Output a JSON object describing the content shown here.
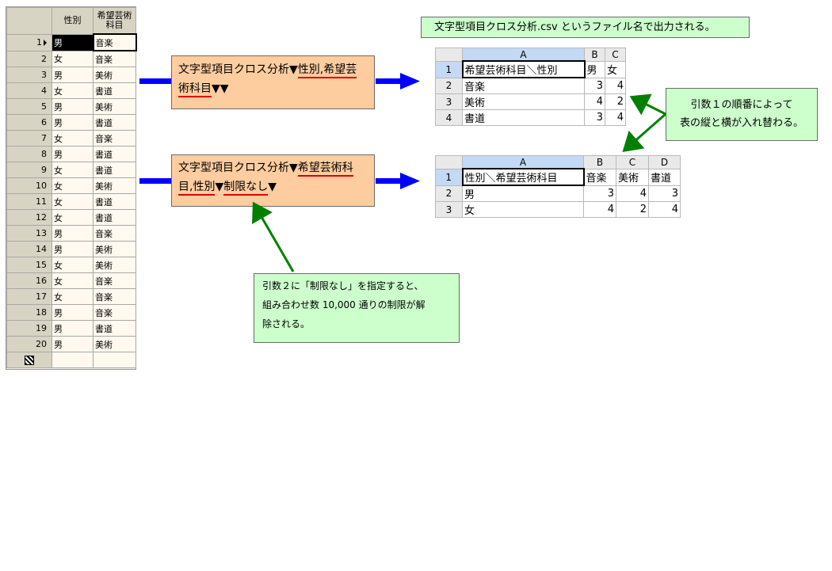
{
  "grid": {
    "headers": [
      "性別",
      "希望芸術\n科目"
    ],
    "header_col1": "性別",
    "header_col2_line1": "希望芸術",
    "header_col2_line2": "科目",
    "rows": [
      [
        "1",
        "男",
        "音楽"
      ],
      [
        "2",
        "女",
        "音楽"
      ],
      [
        "3",
        "男",
        "美術"
      ],
      [
        "4",
        "女",
        "書道"
      ],
      [
        "5",
        "男",
        "美術"
      ],
      [
        "6",
        "男",
        "書道"
      ],
      [
        "7",
        "女",
        "音楽"
      ],
      [
        "8",
        "男",
        "書道"
      ],
      [
        "9",
        "女",
        "書道"
      ],
      [
        "10",
        "女",
        "美術"
      ],
      [
        "11",
        "女",
        "書道"
      ],
      [
        "12",
        "女",
        "書道"
      ],
      [
        "13",
        "男",
        "音楽"
      ],
      [
        "14",
        "男",
        "美術"
      ],
      [
        "15",
        "女",
        "美術"
      ],
      [
        "16",
        "女",
        "音楽"
      ],
      [
        "17",
        "女",
        "音楽"
      ],
      [
        "18",
        "男",
        "音楽"
      ],
      [
        "19",
        "男",
        "書道"
      ],
      [
        "20",
        "男",
        "美術"
      ]
    ]
  },
  "cmd1": {
    "prefix": "文字型項目クロス分析▼",
    "arg1a": "性別,希望芸",
    "arg1b": "術科目",
    "suffix": "▼▼"
  },
  "cmd2": {
    "prefix": "文字型項目クロス分析▼",
    "arg1a": "希望芸術科",
    "arg1b": "目,性別",
    "sep": "▼",
    "arg2": "制限なし",
    "suffix": "▼"
  },
  "notes": {
    "file": "文字型項目クロス分析.csv というファイル名で出力される。",
    "swap_line1": "引数１の順番によって",
    "swap_line2": "表の縦と横が入れ替わる。",
    "limit_line1": "引数２に「制限なし」を指定すると、",
    "limit_line2": "組み合わせ数 10,000 通りの制限が解",
    "limit_line3": "除される。"
  },
  "csv1": {
    "col_headers": [
      "A",
      "B",
      "C"
    ],
    "rows": [
      {
        "rownum": "1",
        "cells": [
          "希望芸術科目＼性別",
          "男",
          "女"
        ]
      },
      {
        "rownum": "2",
        "cells": [
          "音楽",
          "3",
          "4"
        ]
      },
      {
        "rownum": "3",
        "cells": [
          "美術",
          "4",
          "2"
        ]
      },
      {
        "rownum": "4",
        "cells": [
          "書道",
          "3",
          "4"
        ]
      }
    ]
  },
  "csv2": {
    "col_headers": [
      "A",
      "B",
      "C",
      "D"
    ],
    "rows": [
      {
        "rownum": "1",
        "cells": [
          "性別＼希望芸術科目",
          "音楽",
          "美術",
          "書道"
        ]
      },
      {
        "rownum": "2",
        "cells": [
          "男",
          "3",
          "4",
          "3"
        ]
      },
      {
        "rownum": "3",
        "cells": [
          "女",
          "4",
          "2",
          "4"
        ]
      }
    ]
  },
  "colors": {
    "command_box": "#fdcc9f",
    "note_box": "#ccffcc",
    "blue_arrow": "#0000ff",
    "green_arrow": "#008000",
    "underline": "#e00000"
  }
}
